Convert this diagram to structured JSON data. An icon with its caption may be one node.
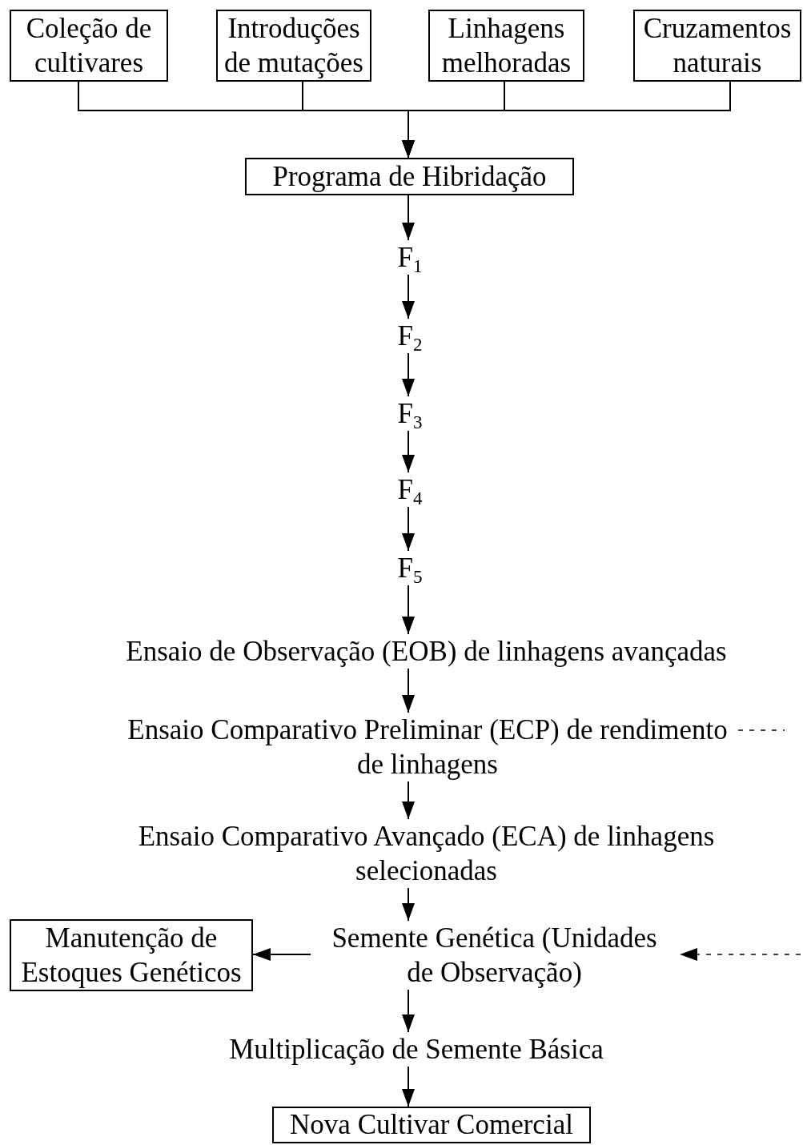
{
  "diagram": {
    "nodes": [
      {
        "text": [
          "Coleção de cultivares"
        ]
      },
      {
        "text": [
          "Introduções de mutações"
        ]
      },
      {
        "text": [
          "Linhagens melhoradas"
        ]
      },
      {
        "text": [
          "Cruzamentos naturais"
        ]
      },
      {
        "text": [
          "Programa de Hibridação"
        ]
      },
      {
        "text": [
          "F$_{1}$"
        ]
      },
      {
        "text": [
          "F$_{2}$"
        ]
      },
      {
        "text": [
          "F$_{3}$"
        ]
      },
      {
        "text": [
          "F$_{4}$"
        ]
      },
      {
        "text": [
          "F$_{5}$"
        ]
      },
      {
        "text": [
          "Ensaio de Observação (EOB) de linhagens avançadas"
        ]
      },
      {
        "text": [
          "Ensaio Comparativo Preliminar (ECP) de rendimento de linhagens"
        ]
      },
      {
        "text": [
          "Ensaio Comparativo Avançado (ECA) de linhagens selecionadas"
        ]
      },
      {
        "text": [
          "Semente Genética (Unidades de Observação)"
        ]
      },
      {
        "text": [
          "Manutenção de Estoques Genéticos"
        ]
      },
      {
        "text": [
          "Multiplicação de Semente Básica"
        ]
      },
      {
        "text": [
          "Nova Cultivar Comercial"
        ]
      }
    ],
    "edges": [
      {
        "from": 0,
        "to": 4,
        "arrow": "to"
      },
      {
        "from": 1,
        "to": 4,
        "arrow": "to"
      },
      {
        "from": 2,
        "to": 4,
        "arrow": "to"
      },
      {
        "from": 3,
        "to": 4,
        "arrow": "to"
      },
      {
        "from": 4,
        "to": 5,
        "arrow": "to"
      },
      {
        "from": 5,
        "to": 6,
        "arrow": "to"
      },
      {
        "from": 6,
        "to": 7,
        "arrow": "to"
      },
      {
        "from": 7,
        "to": 8,
        "arrow": "to"
      },
      {
        "from": 8,
        "to": 9,
        "arrow": "to"
      },
      {
        "from": 9,
        "to": 10,
        "arrow": "to"
      },
      {
        "from": 10,
        "to": 11,
        "arrow": "to"
      },
      {
        "from": 11,
        "to": 12,
        "arrow": "to"
      },
      {
        "from": 12,
        "to": 13,
        "arrow": "to"
      },
      {
        "from": 13,
        "to": 14,
        "arrow": "to"
      },
      {
        "from": 13,
        "to": 15,
        "arrow": "to"
      },
      {
        "from": 15,
        "to": 16,
        "arrow": "to"
      },
      {
        "from": 11,
        "to": null,
        "arrow": "none",
        "style": "dashed"
      },
      {
        "from": null,
        "to": 13,
        "arrow": "to",
        "style": "dashed"
      }
    ]
  }
}
